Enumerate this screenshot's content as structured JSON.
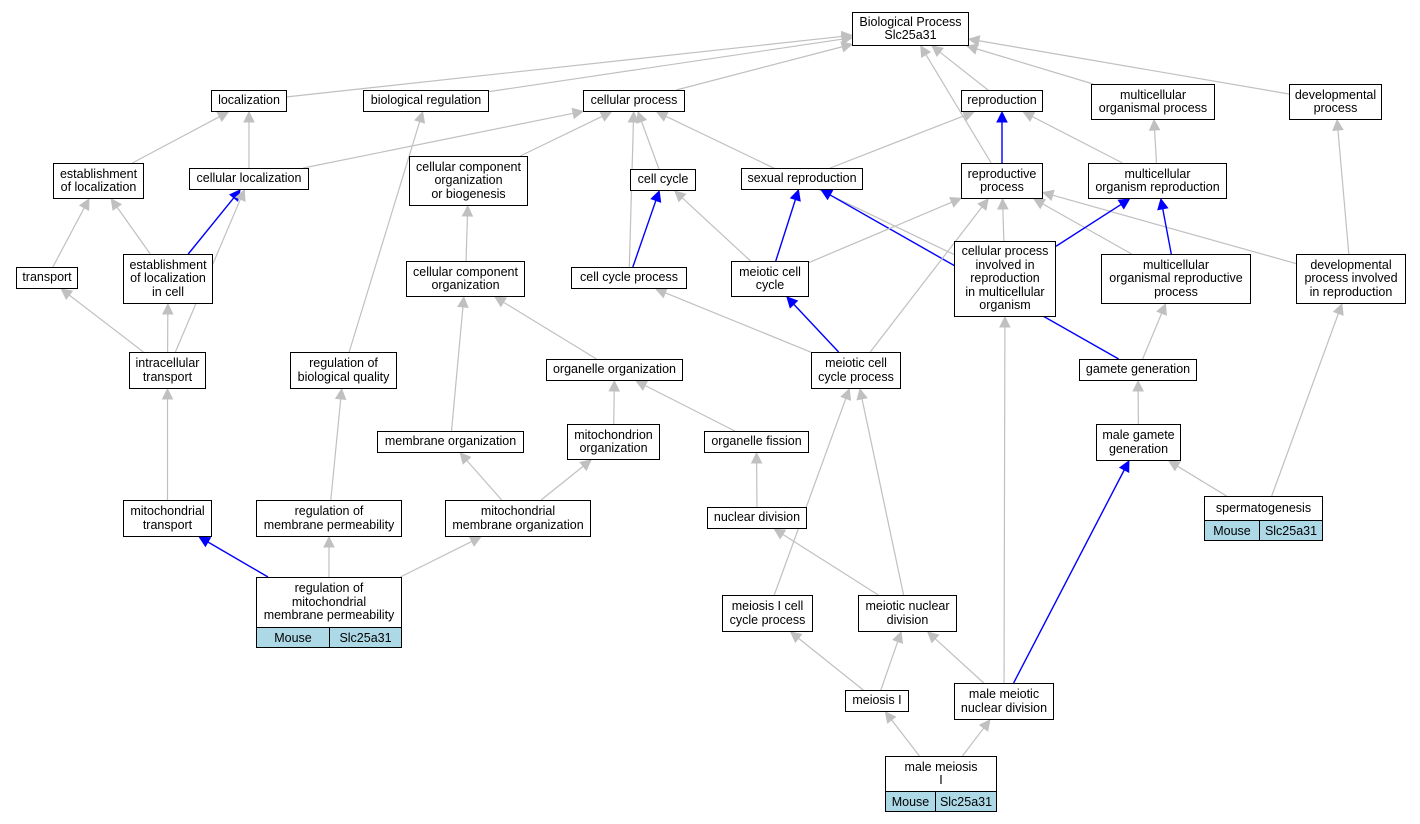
{
  "colors": {
    "edge_default": "#c0c0c0",
    "edge_highlight": "#0000ff",
    "organism_tag": "#add8e6"
  },
  "nodes": {
    "bp": "Biological Process\nSlc25a31",
    "loc": "localization",
    "bioreg": "biological regulation",
    "cellproc": "cellular process",
    "repro": "reproduction",
    "mcop": "multicellular\norganismal process",
    "devproc": "developmental\nprocess",
    "estloc": "establishment\nof localization",
    "cellloc": "cellular localization",
    "ccob": "cellular component\norganization\nor biogenesis",
    "cellcycle": "cell cycle",
    "sexrepro": "sexual reproduction",
    "reproproc": "reproductive\nprocess",
    "mcorgrep": "multicellular\norganism reproduction",
    "transport": "transport",
    "estloccell": "establishment\nof localization\nin cell",
    "cco": "cellular component\norganization",
    "ccp": "cell cycle process",
    "mcc": "meiotic cell\ncycle",
    "cpirmo": "cellular process\ninvolved in\nreproduction\nin multicellular\norganism",
    "morp": "multicellular\norganismal reproductive\nprocess",
    "dpir": "developmental\nprocess involved\nin reproduction",
    "intratrans": "intracellular\ntransport",
    "regbq": "regulation of\nbiological quality",
    "orgorg": "organelle organization",
    "mccp": "meiotic cell\ncycle process",
    "gamgen": "gamete generation",
    "memorg": "membrane organization",
    "mitoorg": "mitochondrion\norganization",
    "orgfis": "organelle fission",
    "mgg": "male gamete\ngeneration",
    "mitotrans": "mitochondrial\ntransport",
    "regmp": "regulation of\nmembrane permeability",
    "mmo": "mitochondrial\nmembrane organization",
    "nucdiv": "nuclear division",
    "spermgen": "spermatogenesis",
    "regmmp": "regulation of\nmitochondrial\nmembrane permeability",
    "meiIccp": "meiosis I cell\ncycle process",
    "meind": "meiotic nuclear\ndivision",
    "meiosisI": "meiosis I",
    "mmnd": "male meiotic\nnuclear division",
    "mmI": "male meiosis\nI"
  },
  "tags": {
    "spermgen": [
      "Mouse",
      "Slc25a31"
    ],
    "regmmp": [
      "Mouse",
      "Slc25a31"
    ],
    "mmI": [
      "Mouse",
      "Slc25a31"
    ]
  },
  "edges": [
    [
      "loc",
      "bp",
      false
    ],
    [
      "bioreg",
      "bp",
      false
    ],
    [
      "cellproc",
      "bp",
      false
    ],
    [
      "repro",
      "bp",
      false
    ],
    [
      "mcop",
      "bp",
      false
    ],
    [
      "devproc",
      "bp",
      false
    ],
    [
      "reproproc",
      "bp",
      false
    ],
    [
      "estloc",
      "loc",
      false
    ],
    [
      "cellloc",
      "loc",
      false
    ],
    [
      "cellloc",
      "cellproc",
      false
    ],
    [
      "ccob",
      "cellproc",
      false
    ],
    [
      "cellcycle",
      "cellproc",
      false
    ],
    [
      "ccp",
      "cellproc",
      false
    ],
    [
      "cpirmo",
      "cellproc",
      false
    ],
    [
      "sexrepro",
      "repro",
      false
    ],
    [
      "reproproc",
      "repro",
      true
    ],
    [
      "mcorgrep",
      "repro",
      false
    ],
    [
      "mcorgrep",
      "mcop",
      false
    ],
    [
      "dpir",
      "devproc",
      false
    ],
    [
      "transport",
      "estloc",
      false
    ],
    [
      "estloccell",
      "estloc",
      false
    ],
    [
      "estloccell",
      "cellloc",
      true
    ],
    [
      "intratrans",
      "cellloc",
      false
    ],
    [
      "cco",
      "ccob",
      false
    ],
    [
      "ccp",
      "cellcycle",
      true
    ],
    [
      "mcc",
      "cellcycle",
      false
    ],
    [
      "mcc",
      "sexrepro",
      true
    ],
    [
      "gamgen",
      "sexrepro",
      true
    ],
    [
      "mcc",
      "reproproc",
      false
    ],
    [
      "cpirmo",
      "reproproc",
      false
    ],
    [
      "morp",
      "reproproc",
      false
    ],
    [
      "dpir",
      "reproproc",
      false
    ],
    [
      "mccp",
      "reproproc",
      false
    ],
    [
      "cpirmo",
      "mcorgrep",
      true
    ],
    [
      "morp",
      "mcorgrep",
      true
    ],
    [
      "intratrans",
      "transport",
      false
    ],
    [
      "intratrans",
      "estloccell",
      false
    ],
    [
      "regbq",
      "bioreg",
      false
    ],
    [
      "orgorg",
      "cco",
      false
    ],
    [
      "memorg",
      "cco",
      false
    ],
    [
      "mccp",
      "ccp",
      false
    ],
    [
      "mccp",
      "mcc",
      true
    ],
    [
      "gamgen",
      "morp",
      false
    ],
    [
      "mitotrans",
      "intratrans",
      false
    ],
    [
      "regmp",
      "regbq",
      false
    ],
    [
      "mitoorg",
      "orgorg",
      false
    ],
    [
      "orgfis",
      "orgorg",
      false
    ],
    [
      "mgg",
      "gamgen",
      false
    ],
    [
      "mmo",
      "memorg",
      false
    ],
    [
      "mmo",
      "mitoorg",
      false
    ],
    [
      "nucdiv",
      "orgfis",
      false
    ],
    [
      "meiIccp",
      "mccp",
      false
    ],
    [
      "meind",
      "mccp",
      false
    ],
    [
      "meind",
      "nucdiv",
      false
    ],
    [
      "mmnd",
      "meind",
      false
    ],
    [
      "mmnd",
      "cpirmo",
      false
    ],
    [
      "mmnd",
      "mgg",
      true
    ],
    [
      "spermgen",
      "mgg",
      false
    ],
    [
      "spermgen",
      "dpir",
      false
    ],
    [
      "regmmp",
      "mitotrans",
      true
    ],
    [
      "regmmp",
      "regmp",
      false
    ],
    [
      "regmmp",
      "mmo",
      false
    ],
    [
      "meiosisI",
      "meiIccp",
      false
    ],
    [
      "meiosisI",
      "meind",
      false
    ],
    [
      "mmI",
      "meiosisI",
      false
    ],
    [
      "mmI",
      "mmnd",
      false
    ]
  ]
}
